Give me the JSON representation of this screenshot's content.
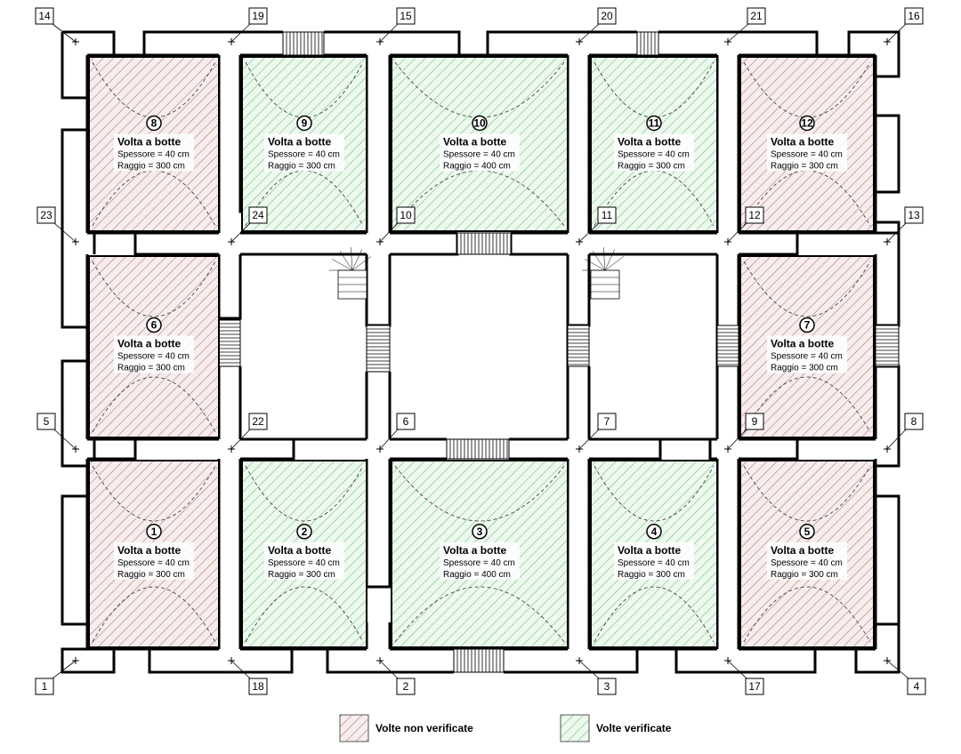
{
  "colors": {
    "red_hatch": "#b07a7a",
    "red_fill": "#f7eded",
    "green_hatch": "#6fc27a",
    "green_fill": "#edf8ee",
    "wall": "#000000"
  },
  "rooms": [
    {
      "id": "r1",
      "number": "1",
      "title": "Volta a botte",
      "thickness": "Spessore = 40 cm",
      "radius": "Raggio = 300 cm",
      "status": "non_verified"
    },
    {
      "id": "r2",
      "number": "2",
      "title": "Volta a botte",
      "thickness": "Spessore = 40 cm",
      "radius": "Raggio = 300 cm",
      "status": "verified"
    },
    {
      "id": "r3",
      "number": "3",
      "title": "Volta a botte",
      "thickness": "Spessore = 40 cm",
      "radius": "Raggio = 400 cm",
      "status": "verified"
    },
    {
      "id": "r4",
      "number": "4",
      "title": "Volta a botte",
      "thickness": "Spessore = 40 cm",
      "radius": "Raggio = 300 cm",
      "status": "verified"
    },
    {
      "id": "r5",
      "number": "5",
      "title": "Volta a botte",
      "thickness": "Spessore = 40 cm",
      "radius": "Raggio = 300 cm",
      "status": "non_verified"
    },
    {
      "id": "r6",
      "number": "6",
      "title": "Volta a botte",
      "thickness": "Spessore = 40 cm",
      "radius": "Raggio = 300 cm",
      "status": "non_verified"
    },
    {
      "id": "r7",
      "number": "7",
      "title": "Volta a botte",
      "thickness": "Spessore = 40 cm",
      "radius": "Raggio = 300 cm",
      "status": "non_verified"
    },
    {
      "id": "r8",
      "number": "8",
      "title": "Volta a botte",
      "thickness": "Spessore = 40 cm",
      "radius": "Raggio = 300 cm",
      "status": "non_verified"
    },
    {
      "id": "r9",
      "number": "9",
      "title": "Volta a botte",
      "thickness": "Spessore = 40 cm",
      "radius": "Raggio = 300 cm",
      "status": "verified"
    },
    {
      "id": "r10",
      "number": "10",
      "title": "Volta a botte",
      "thickness": "Spessore = 40 cm",
      "radius": "Raggio = 400 cm",
      "status": "verified"
    },
    {
      "id": "r11",
      "number": "11",
      "title": "Volta a botte",
      "thickness": "Spessore = 40 cm",
      "radius": "Raggio = 300 cm",
      "status": "verified"
    },
    {
      "id": "r12",
      "number": "12",
      "title": "Volta a botte",
      "thickness": "Spessore = 40 cm",
      "radius": "Raggio = 300 cm",
      "status": "non_verified"
    }
  ],
  "nodes": [
    {
      "id": "n14",
      "label": "14"
    },
    {
      "id": "n19",
      "label": "19"
    },
    {
      "id": "n15",
      "label": "15"
    },
    {
      "id": "n20",
      "label": "20"
    },
    {
      "id": "n21",
      "label": "21"
    },
    {
      "id": "n16",
      "label": "16"
    },
    {
      "id": "n23",
      "label": "23"
    },
    {
      "id": "n24",
      "label": "24"
    },
    {
      "id": "n10",
      "label": "10"
    },
    {
      "id": "n11",
      "label": "11"
    },
    {
      "id": "n12",
      "label": "12"
    },
    {
      "id": "n13",
      "label": "13"
    },
    {
      "id": "n5",
      "label": "5"
    },
    {
      "id": "n22",
      "label": "22"
    },
    {
      "id": "n6",
      "label": "6"
    },
    {
      "id": "n7",
      "label": "7"
    },
    {
      "id": "n9",
      "label": "9"
    },
    {
      "id": "n8",
      "label": "8"
    },
    {
      "id": "n1",
      "label": "1"
    },
    {
      "id": "n18",
      "label": "18"
    },
    {
      "id": "n2",
      "label": "2"
    },
    {
      "id": "n3",
      "label": "3"
    },
    {
      "id": "n17",
      "label": "17"
    },
    {
      "id": "n4",
      "label": "4"
    }
  ],
  "legend": {
    "non_verified": "Volte non verificate",
    "verified": "Volte verificate"
  }
}
